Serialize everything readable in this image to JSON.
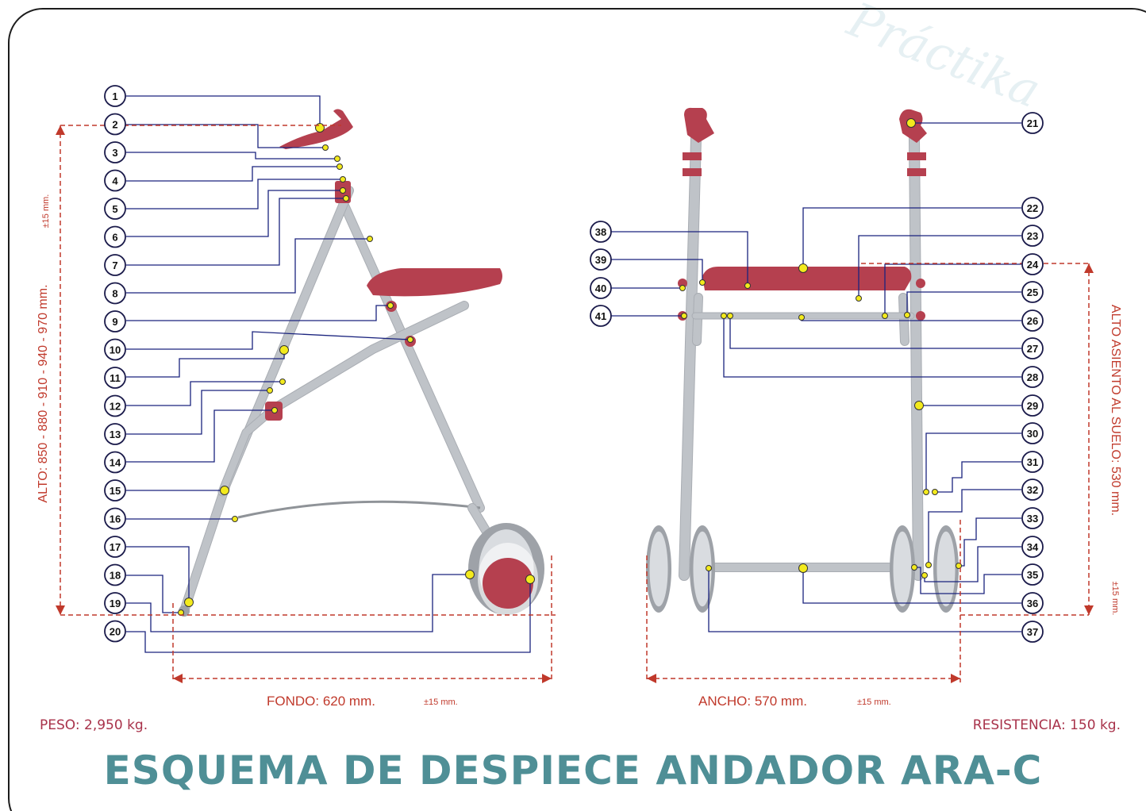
{
  "title": "ESQUEMA DE DESPIECE ANDADOR ARA-C",
  "brand_watermark": "Práctika",
  "weight": "PESO: 2,950 kg.",
  "resistance": "RESISTENCIA: 150 kg.",
  "dimensions": {
    "height": "ALTO: 850 - 880 - 910 - 940 - 970 mm.",
    "height_tolerance": "±15 mm.",
    "depth": "FONDO: 620 mm.",
    "depth_tolerance": "±15 mm.",
    "width": "ANCHO: 570 mm.",
    "width_tolerance": "±15 mm.",
    "seat_height": "ALTO ASIENTO AL SUELO: 530 mm.",
    "seat_height_tolerance": "±15 mm."
  },
  "left_labels": [
    "1",
    "2",
    "3",
    "4",
    "5",
    "6",
    "7",
    "8",
    "9",
    "10",
    "11",
    "12",
    "13",
    "14",
    "15",
    "16",
    "17",
    "18",
    "19",
    "20"
  ],
  "right_labels": [
    "21",
    "22",
    "23",
    "24",
    "25",
    "26",
    "27",
    "28",
    "29",
    "30",
    "31",
    "32",
    "33",
    "34",
    "35",
    "36",
    "37"
  ],
  "mid_labels": [
    "38",
    "39",
    "40",
    "41"
  ],
  "colors": {
    "frame": "#bfc3c8",
    "accent_red": "#b5404f",
    "callout_line": "#1a237e",
    "dim_red": "#c0392b",
    "title_teal": "#4f8f96",
    "marker_yellow": "#f3ea1d"
  }
}
